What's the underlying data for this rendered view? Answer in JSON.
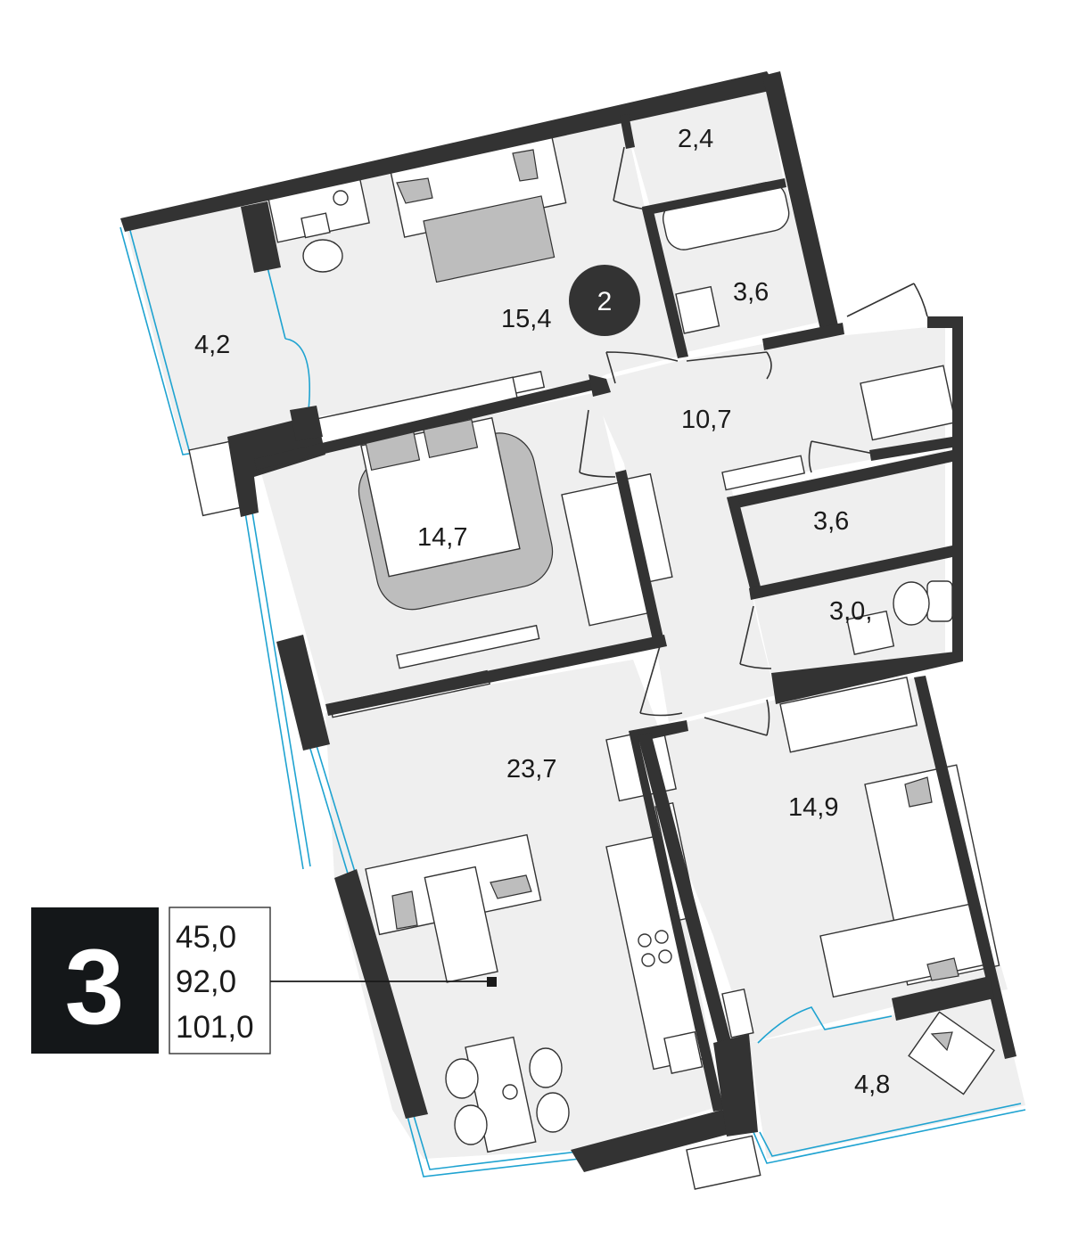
{
  "rooms": [
    {
      "id": "bedroom-2",
      "area": "15,4"
    },
    {
      "id": "balcony-4-2",
      "area": "4,2"
    },
    {
      "id": "storage-2-4",
      "area": "2,4"
    },
    {
      "id": "bathroom-3-6",
      "area": "3,6"
    },
    {
      "id": "hall",
      "area": "10,7"
    },
    {
      "id": "bedroom-14-7",
      "area": "14,7"
    },
    {
      "id": "closet-3-6",
      "area": "3,6"
    },
    {
      "id": "wc",
      "area": "3,0,"
    },
    {
      "id": "living-kitchen",
      "area": "23,7"
    },
    {
      "id": "bedroom-14-9",
      "area": "14,9"
    },
    {
      "id": "balcony-4-8",
      "area": "4,8"
    }
  ],
  "badge": {
    "number": "2"
  },
  "info": {
    "room_count": "3",
    "living_area": "45,0",
    "total_area": "92,0",
    "total_with_balconies": "101,0"
  },
  "colors": {
    "wall": "#333333",
    "floor": "#efefef",
    "glass": "#1fa3d1",
    "badge": "#333333",
    "info_block": "#141719"
  }
}
